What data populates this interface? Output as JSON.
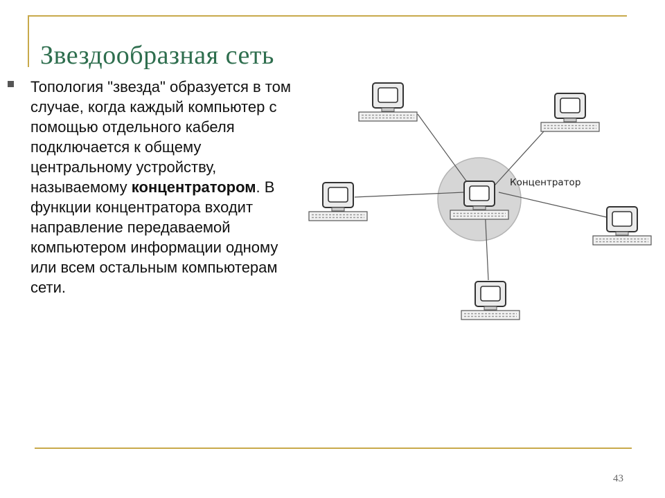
{
  "slide": {
    "title": "Звездообразная сеть",
    "body": {
      "before": "Топология \"звезда\" образуется в том случае, когда каждый компьютер с помощью отдельного кабеля подключается к общему центральному устройству, называемому ",
      "emphasis": "концентратором",
      "after": ". В функции концентратора входит направление передаваемой компьютером информации одному или всем остальным компьютерам сети."
    },
    "page_number": "43"
  },
  "diagram": {
    "hub_label": "Концентратор",
    "hub_icon": "computer-icon",
    "node_icon": "computer-icon",
    "colors": {
      "accent_line": "#c8a94a",
      "title": "#2e6e4e",
      "hub_fill": "#d6d6d6"
    }
  }
}
